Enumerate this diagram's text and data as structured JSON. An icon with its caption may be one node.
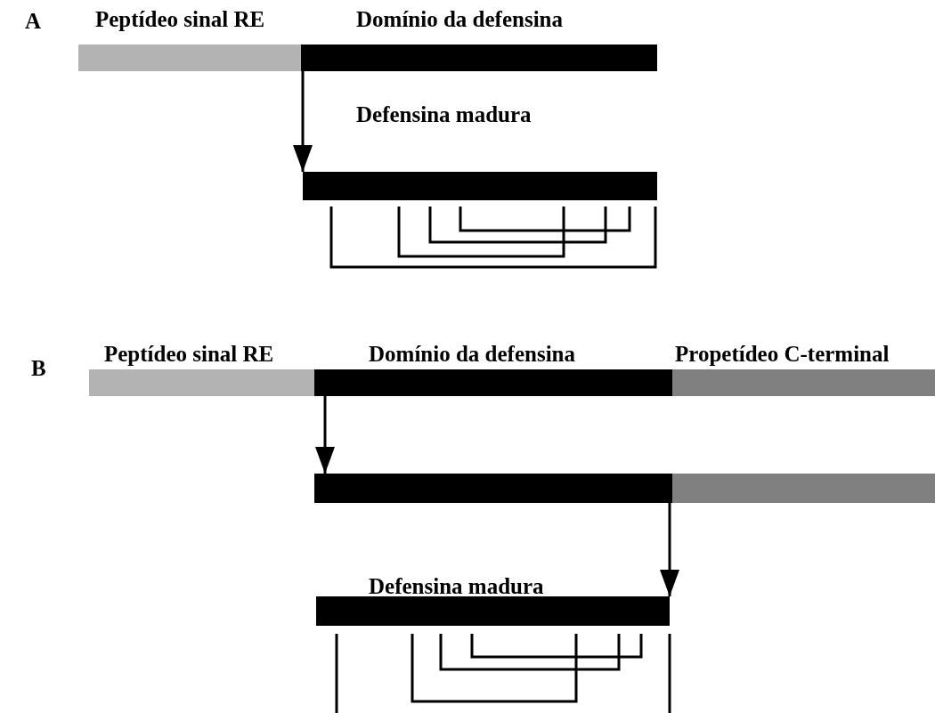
{
  "diagram": {
    "nodes": [
      {
        "text": [
          "Peptídeo sinal RE"
        ]
      },
      {
        "text": [
          "Domínio da defensina"
        ]
      },
      {
        "text": [
          "Defensina madura"
        ]
      },
      {
        "text": [
          "Peptídeo sinal RE"
        ]
      },
      {
        "text": [
          "Domínio da defensina"
        ]
      },
      {
        "text": [
          "Propetídeo C-terminal"
        ]
      },
      {
        "text": [],
        "shape": "bar"
      },
      {
        "text": [],
        "shape": "bar"
      },
      {
        "text": [
          "Defensina madura"
        ]
      }
    ],
    "edges": [
      {
        "from": 1,
        "to": 2,
        "arrow": "to"
      },
      {
        "from": 4,
        "to": 6,
        "arrow": "to"
      },
      {
        "from": 6,
        "to": 8,
        "arrow": "to"
      }
    ],
    "labels": [
      "A",
      "B"
    ]
  }
}
